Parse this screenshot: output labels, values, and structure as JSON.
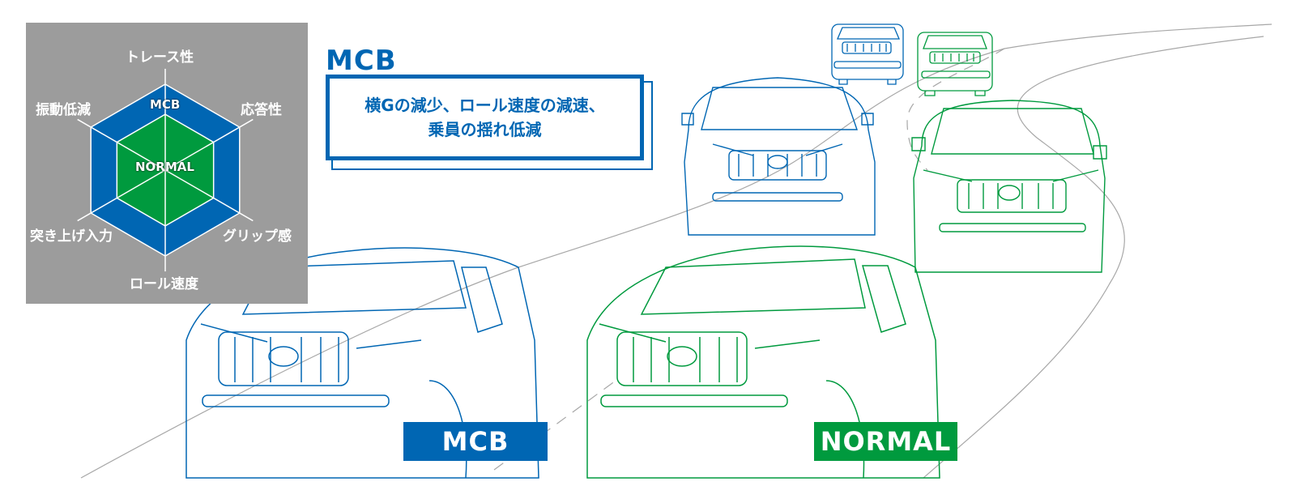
{
  "colors": {
    "mcb": "#0066b3",
    "normal": "#009a3e",
    "panel": "#9c9c9c",
    "road": "#a7a7a7"
  },
  "chart_data": {
    "type": "radar",
    "axes": [
      "トレース性",
      "応答性",
      "グリップ感",
      "ロール速度",
      "突き上げ入力",
      "振動低減"
    ],
    "series": [
      {
        "name": "MCB",
        "values": [
          1.0,
          1.0,
          1.0,
          1.0,
          1.0,
          1.0
        ]
      },
      {
        "name": "NORMAL",
        "values": [
          0.65,
          0.65,
          0.65,
          0.65,
          0.65,
          0.65
        ]
      }
    ]
  },
  "heading": "MCB",
  "callout": {
    "line1": "横Gの減少、ロール速度の減速、",
    "line2": "乗員の揺れ低減"
  },
  "tags": {
    "mcb": "MCB",
    "normal": "NORMAL"
  }
}
